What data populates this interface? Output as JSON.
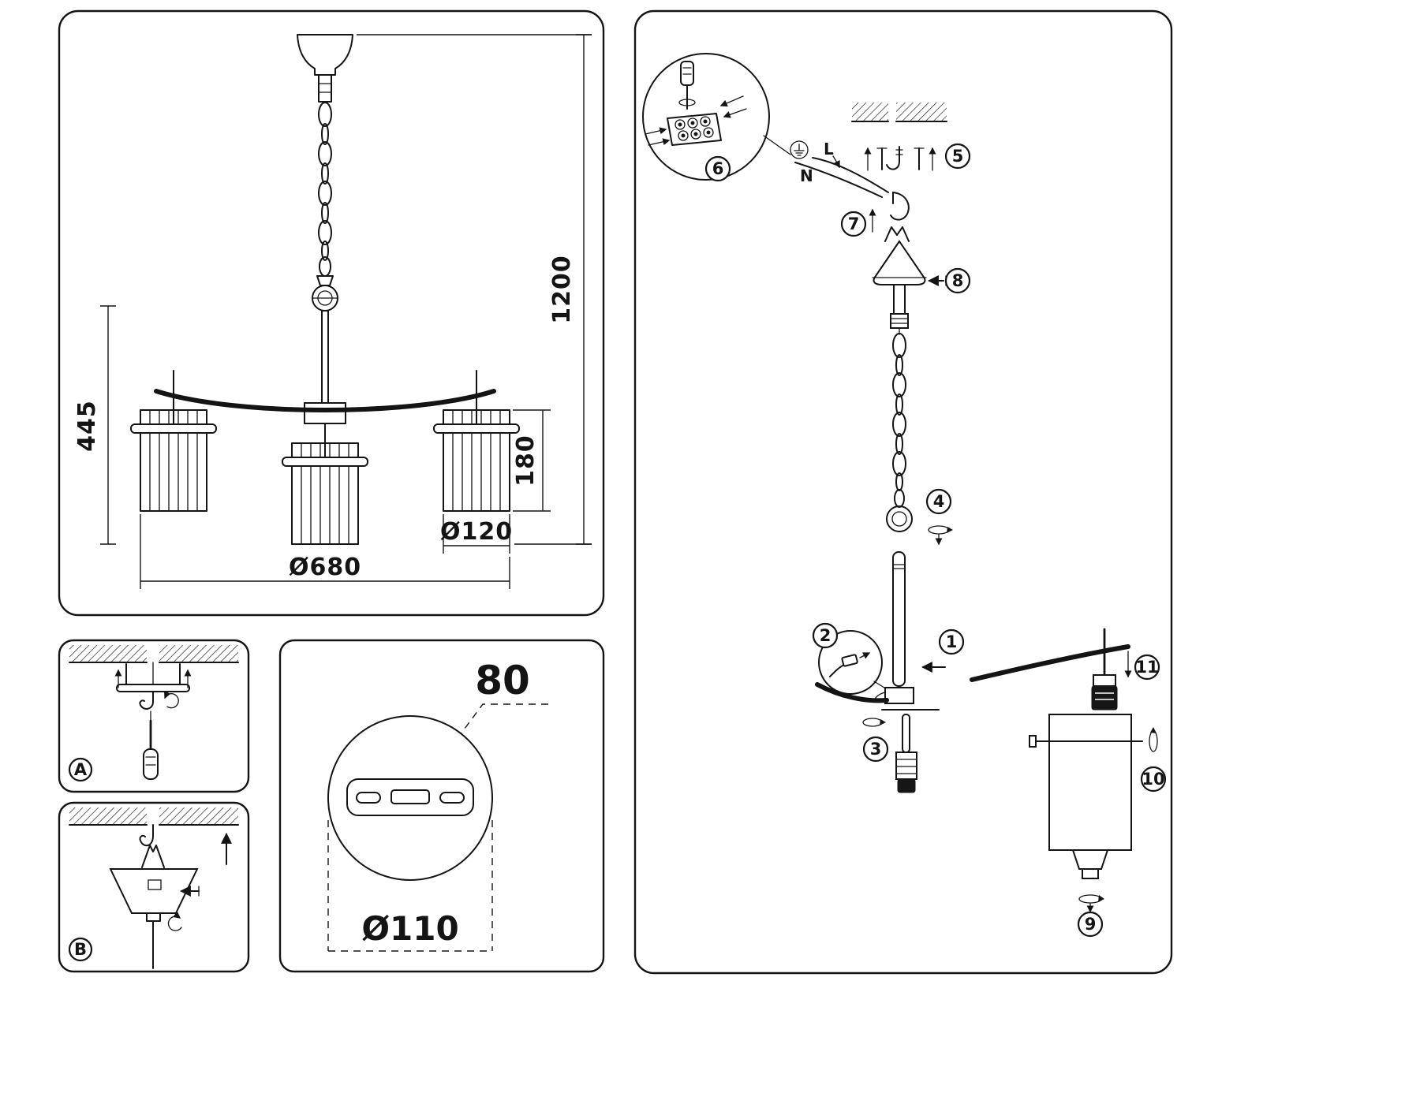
{
  "main_drawing": {
    "total_height": "1200",
    "drop_height": "445",
    "shade_height": "180",
    "shade_diameter": "Ø120",
    "fixture_diameter": "Ø680"
  },
  "plate_detail": {
    "slot_dimension": "80",
    "plate_diameter": "Ø110"
  },
  "panel_a": {
    "label": "A"
  },
  "panel_b": {
    "label": "B"
  },
  "assembly": {
    "line_label": "L",
    "neutral_label": "N",
    "steps": [
      "1",
      "2",
      "3",
      "4",
      "5",
      "6",
      "7",
      "8",
      "9",
      "10",
      "11"
    ]
  }
}
